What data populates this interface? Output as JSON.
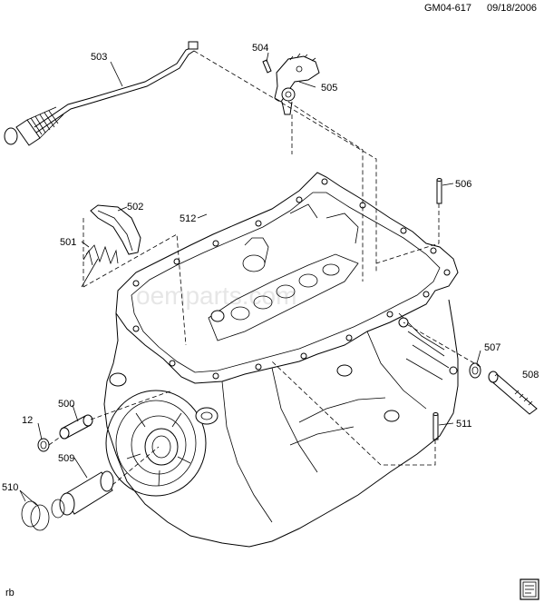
{
  "header": {
    "code": "GM04-617",
    "date": "09/18/2006"
  },
  "footer": {
    "tag": "rb"
  },
  "watermark": "oemparts.com",
  "callouts": {
    "c503": "503",
    "c504": "504",
    "c505": "505",
    "c506": "506",
    "c502": "502",
    "c512": "512",
    "c501": "501",
    "c507": "507",
    "c508": "508",
    "c500": "500",
    "c12": "12",
    "c511": "511",
    "c509": "509",
    "c510": "510"
  }
}
